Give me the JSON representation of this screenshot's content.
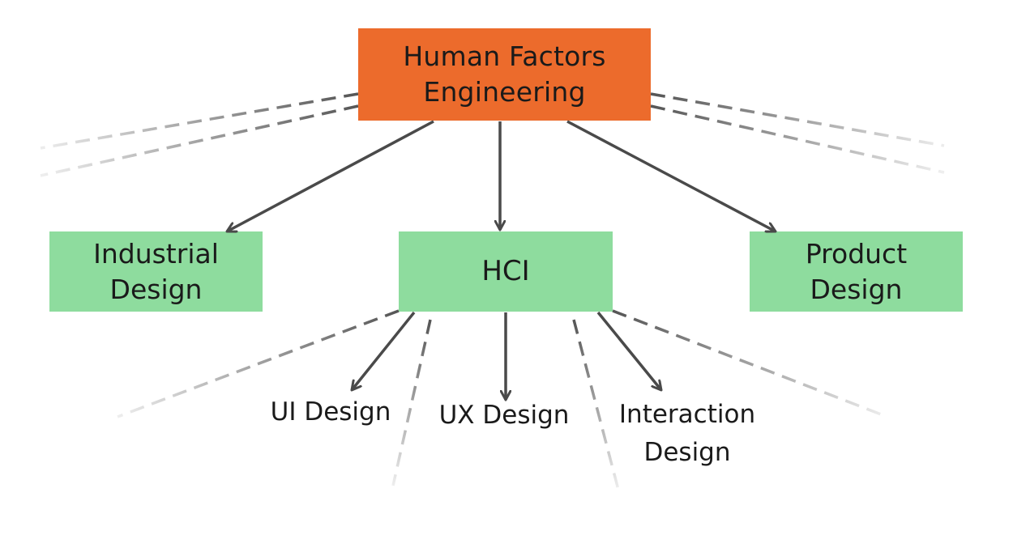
{
  "diagram": {
    "root": {
      "label": "Human Factors\nEngineering",
      "color": "#EC6B2C"
    },
    "children": [
      {
        "id": "industrial",
        "label": "Industrial\nDesign",
        "color": "#8EDC9E"
      },
      {
        "id": "hci",
        "label": "HCI",
        "color": "#8EDC9E"
      },
      {
        "id": "product",
        "label": "Product\nDesign",
        "color": "#8EDC9E"
      }
    ],
    "hci_children": [
      {
        "id": "ui",
        "label": "UI Design"
      },
      {
        "id": "ux",
        "label": "UX Design"
      },
      {
        "id": "interaction",
        "label": "Interaction\nDesign"
      }
    ],
    "arrow_color": "#4a4a4a",
    "dashed_line_color": "#555555"
  }
}
